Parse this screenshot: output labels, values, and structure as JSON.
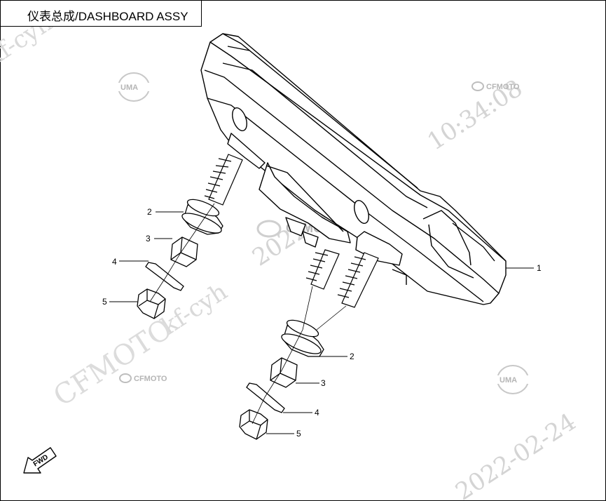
{
  "title": "仪表总成/DASHBOARD ASSY",
  "watermarks": {
    "timestamp": "10:34:08",
    "date": "2022-02-24",
    "date_partial": "2022-02-24",
    "user": "kf-cyh",
    "user_partial": "kf-cyh",
    "brand": "CFMOTO",
    "logo_cfmoto": "CFMOTO",
    "logo_uma": "UMA"
  },
  "callouts": {
    "p1": "1",
    "p2_left": "2",
    "p3_left": "3",
    "p4_left": "4",
    "p5_left": "5",
    "p2_right": "2",
    "p3_right": "3",
    "p4_right": "4",
    "p5_right": "5"
  },
  "fwd_label": "FWD"
}
